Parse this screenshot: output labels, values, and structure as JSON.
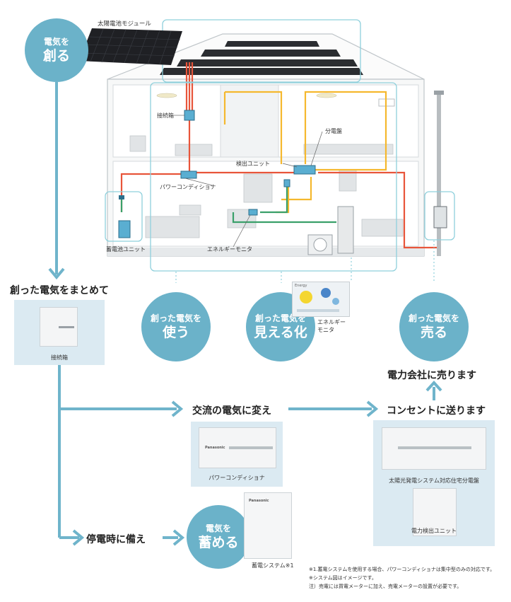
{
  "house_labels": {
    "solar_module": "太陽電池モジュール",
    "junction_box": "接続箱",
    "distribution_board": "分電盤",
    "detection_unit": "検出ユニット",
    "power_conditioner": "パワーコンディショナ",
    "battery_unit": "蓄電池ユニット",
    "energy_monitor": "エネルギーモニタ"
  },
  "circles": {
    "create": {
      "line1": "電気を",
      "line2": "創る"
    },
    "use": {
      "line1": "創った電気を",
      "line2": "使う"
    },
    "visualize": {
      "line1": "創った電気を",
      "line2": "見える化"
    },
    "sell": {
      "line1": "創った電気を",
      "line2": "売る"
    },
    "store": {
      "line1": "電気を",
      "line2": "蓄める"
    }
  },
  "monitor_caption": {
    "line1": "エネルギー",
    "line2": "モニタ"
  },
  "monitor_screen_title": "Energy",
  "flow": {
    "collect": "創った電気をまとめて",
    "junction_box_caption": "接続箱",
    "convert": "交流の電気に変え",
    "power_conditioner_caption": "パワーコンディショナ",
    "send_outlet": "コンセントに送ります",
    "sell_company": "電力会社に売ります",
    "distribution_caption": "太陽光発電システム対応住宅分電盤",
    "detection_caption": "電力検出ユニット",
    "prepare_outage": "停電時に備え",
    "storage_caption": "蓄電システム※1",
    "brand": "Panasonic"
  },
  "notes": [
    "※1.蓄電システムを使用する場合、パワーコンディショナは集中型のみの対応です。",
    "※システム図はイメージです。",
    "注）売電には買電メーターに加え、売電メーターの設置が必要です。"
  ],
  "colors": {
    "accent": "#6bb2c9",
    "arrow": "#6fb4cb",
    "dc_line": "#e8553a",
    "ac_line": "#f5b82e",
    "signal_line": "#3aa06a",
    "outline": "#8fd0dc",
    "panel": "#dbeaf2"
  }
}
